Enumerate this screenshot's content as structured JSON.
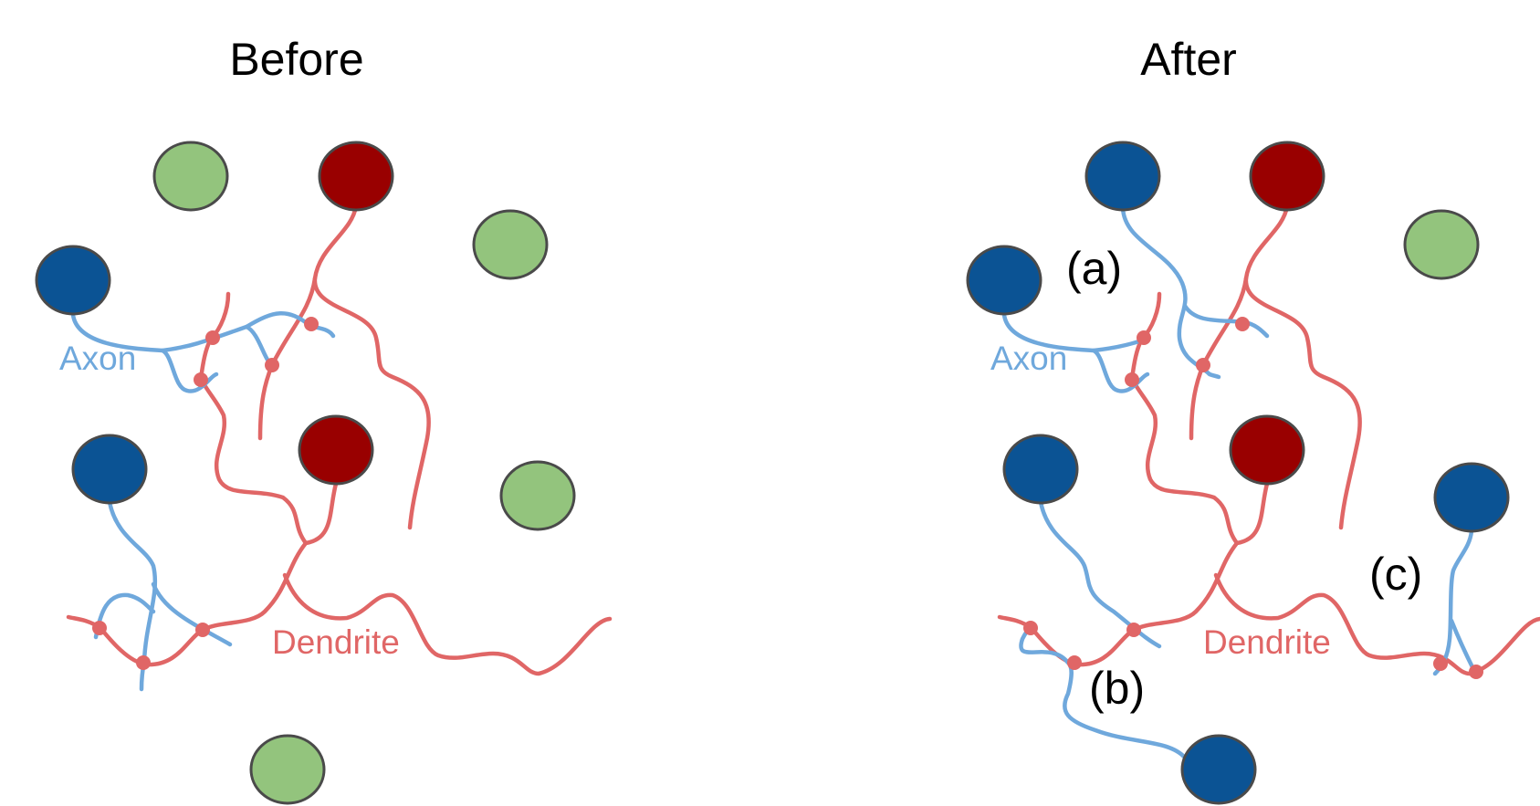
{
  "titles": {
    "before": "Before",
    "after": "After"
  },
  "labels": {
    "axon": "Axon",
    "dendrite": "Dendrite"
  },
  "markers": {
    "a": "(a)",
    "b": "(b)",
    "c": "(c)"
  },
  "colors": {
    "axon": "#6fa8dc",
    "dendrite": "#e06666",
    "blue_cell": "#0b5394",
    "red_cell": "#990000",
    "green_cell": "#93c47d",
    "synapse": "#e06666"
  }
}
